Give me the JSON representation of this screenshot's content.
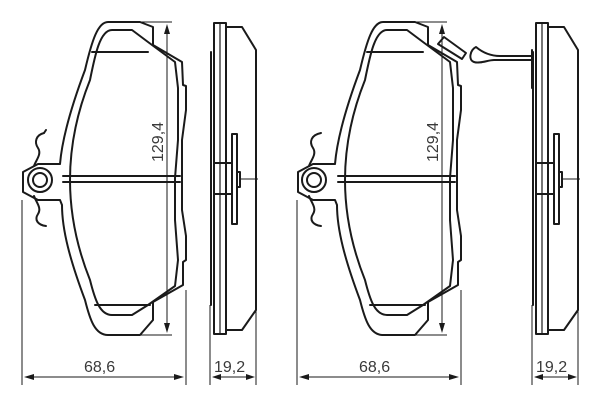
{
  "drawing": {
    "subject": "brake pad set technical drawing",
    "line_color": "#1a1a1a",
    "text_color": "#3a3a3a",
    "views": [
      {
        "name": "left-pad-front",
        "width_label": "68,6",
        "height_label": "129,4"
      },
      {
        "name": "left-pad-side",
        "thickness_label": "19,2"
      },
      {
        "name": "right-pad-front",
        "width_label": "68,6",
        "height_label": "129,4"
      },
      {
        "name": "right-pad-side",
        "thickness_label": "19,2"
      }
    ]
  }
}
